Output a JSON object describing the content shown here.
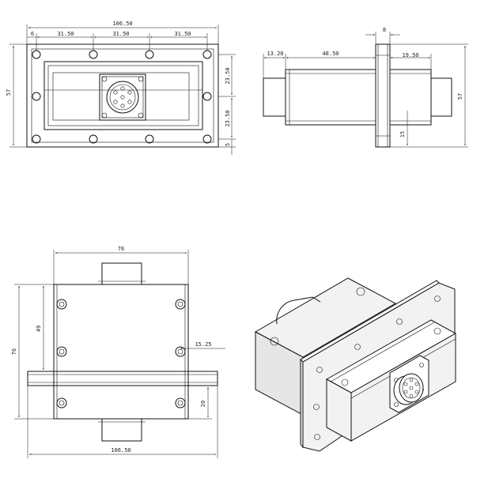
{
  "front_view": {
    "dims": {
      "overall_width": "106.50",
      "edge_offset": "6",
      "pitch_1": "31.50",
      "pitch_2": "31.50",
      "pitch_3": "31.50",
      "height": "57",
      "upper_vertical": "23.50",
      "lower_vertical": "23.50",
      "bottom_offset": "5"
    }
  },
  "side_view": {
    "dims": {
      "left_stub": "13.20",
      "body_length": "48.50",
      "flange_thickness": "8",
      "right_stub": "19.50",
      "height": "57",
      "flange_offset": "15"
    }
  },
  "top_view": {
    "dims": {
      "body_width": "76",
      "overall_width": "106.50",
      "height": "76",
      "inner_height": "49",
      "flange_offset": "15.25",
      "lower_offset": "20"
    }
  }
}
